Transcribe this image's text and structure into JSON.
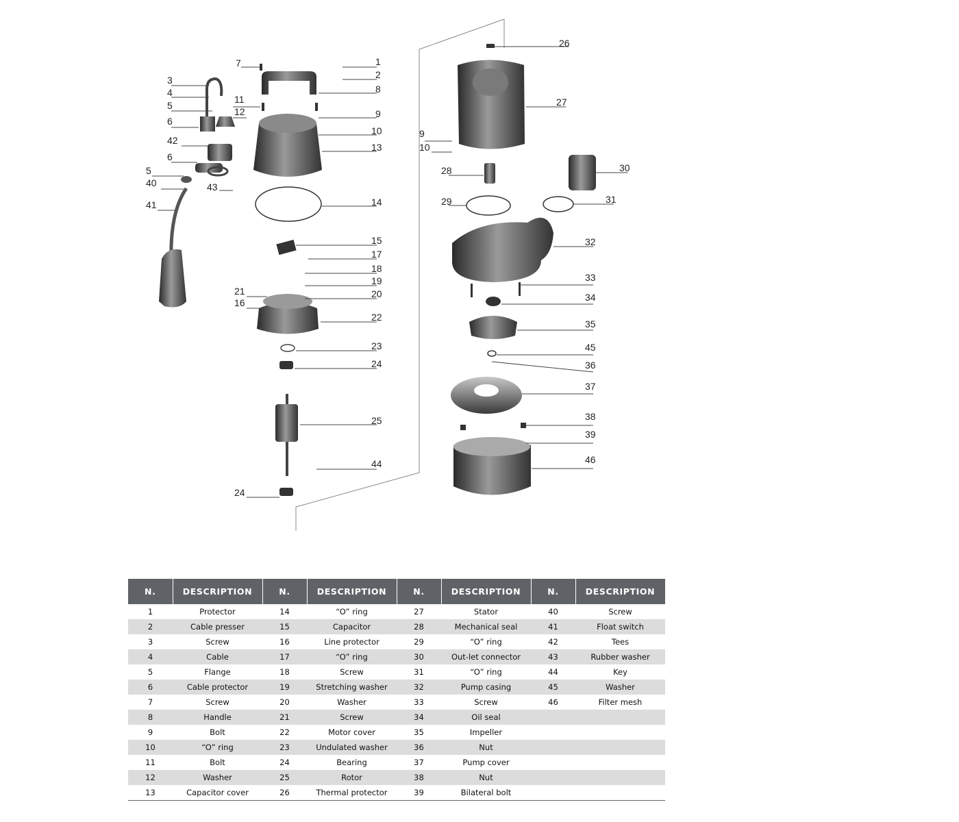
{
  "diagram": {
    "part_numbers": [
      "1",
      "2",
      "3",
      "4",
      "5",
      "6",
      "7",
      "8",
      "9",
      "10",
      "11",
      "12",
      "13",
      "14",
      "15",
      "16",
      "17",
      "18",
      "19",
      "20",
      "21",
      "22",
      "23",
      "24",
      "25",
      "26",
      "27",
      "28",
      "29",
      "30",
      "31",
      "32",
      "33",
      "34",
      "35",
      "36",
      "37",
      "38",
      "39",
      "40",
      "41",
      "42",
      "43",
      "44",
      "45",
      "46"
    ]
  },
  "table": {
    "header_n": "N.",
    "header_desc": "DESCRIPTION",
    "rows": [
      [
        {
          "n": "1",
          "d": "Protector"
        },
        {
          "n": "14",
          "d": "“O” ring"
        },
        {
          "n": "27",
          "d": "Stator"
        },
        {
          "n": "40",
          "d": "Screw"
        }
      ],
      [
        {
          "n": "2",
          "d": "Cable presser"
        },
        {
          "n": "15",
          "d": "Capacitor"
        },
        {
          "n": "28",
          "d": "Mechanical seal"
        },
        {
          "n": "41",
          "d": "Float switch"
        }
      ],
      [
        {
          "n": "3",
          "d": "Screw"
        },
        {
          "n": "16",
          "d": "Line protector"
        },
        {
          "n": "29",
          "d": "“O” ring"
        },
        {
          "n": "42",
          "d": "Tees"
        }
      ],
      [
        {
          "n": "4",
          "d": "Cable"
        },
        {
          "n": "17",
          "d": "“O” ring"
        },
        {
          "n": "30",
          "d": "Out-let connector"
        },
        {
          "n": "43",
          "d": "Rubber washer"
        }
      ],
      [
        {
          "n": "5",
          "d": "Flange"
        },
        {
          "n": "18",
          "d": "Screw"
        },
        {
          "n": "31",
          "d": "“O” ring"
        },
        {
          "n": "44",
          "d": "Key"
        }
      ],
      [
        {
          "n": "6",
          "d": "Cable protector"
        },
        {
          "n": "19",
          "d": "Stretching washer"
        },
        {
          "n": "32",
          "d": "Pump casing"
        },
        {
          "n": "45",
          "d": "Washer"
        }
      ],
      [
        {
          "n": "7",
          "d": "Screw"
        },
        {
          "n": "20",
          "d": "Washer"
        },
        {
          "n": "33",
          "d": "Screw"
        },
        {
          "n": "46",
          "d": "Filter mesh"
        }
      ],
      [
        {
          "n": "8",
          "d": "Handle"
        },
        {
          "n": "21",
          "d": "Screw"
        },
        {
          "n": "34",
          "d": "Oil seal"
        },
        {
          "n": "",
          "d": ""
        }
      ],
      [
        {
          "n": "9",
          "d": "Bolt"
        },
        {
          "n": "22",
          "d": "Motor cover"
        },
        {
          "n": "35",
          "d": "Impeller"
        },
        {
          "n": "",
          "d": ""
        }
      ],
      [
        {
          "n": "10",
          "d": "“O” ring"
        },
        {
          "n": "23",
          "d": "Undulated washer"
        },
        {
          "n": "36",
          "d": "Nut"
        },
        {
          "n": "",
          "d": ""
        }
      ],
      [
        {
          "n": "11",
          "d": "Bolt"
        },
        {
          "n": "24",
          "d": "Bearing"
        },
        {
          "n": "37",
          "d": "Pump cover"
        },
        {
          "n": "",
          "d": ""
        }
      ],
      [
        {
          "n": "12",
          "d": "Washer"
        },
        {
          "n": "25",
          "d": "Rotor"
        },
        {
          "n": "38",
          "d": "Nut"
        },
        {
          "n": "",
          "d": ""
        }
      ],
      [
        {
          "n": "13",
          "d": "Capacitor cover"
        },
        {
          "n": "26",
          "d": "Thermal protector"
        },
        {
          "n": "39",
          "d": "Bilateral bolt"
        },
        {
          "n": "",
          "d": ""
        }
      ]
    ]
  }
}
